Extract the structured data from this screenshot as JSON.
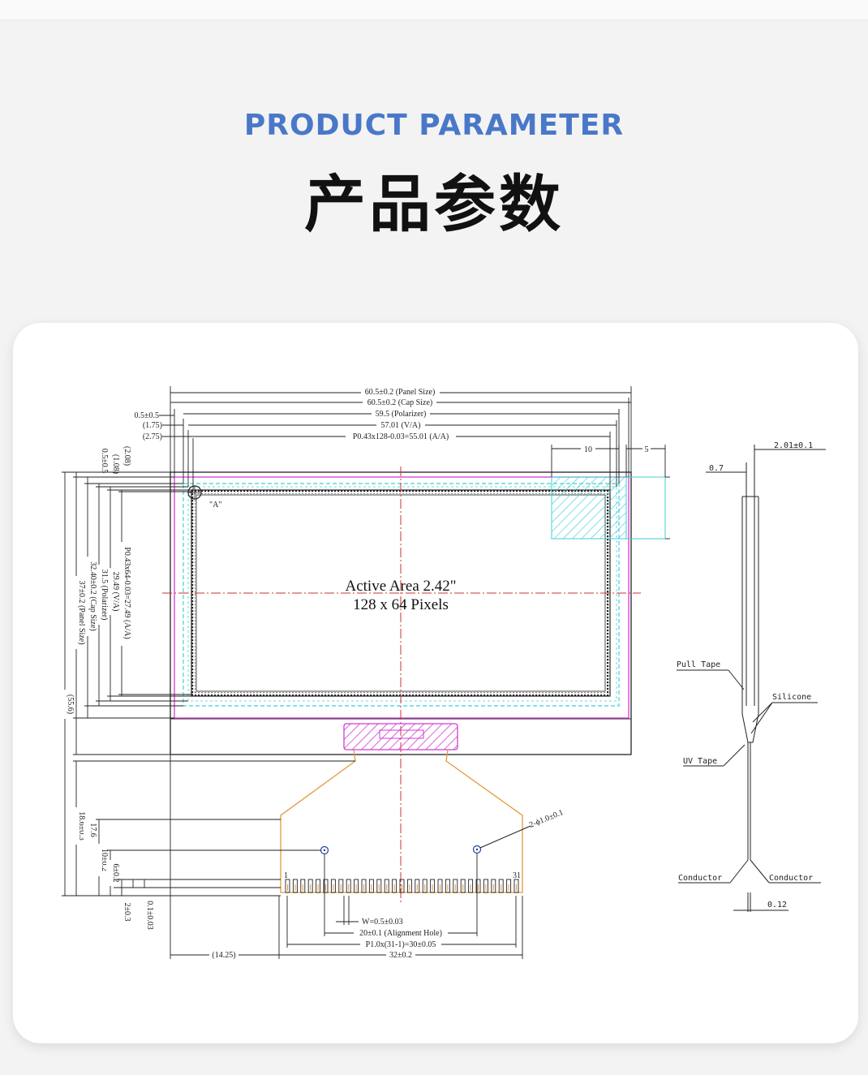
{
  "heading": {
    "english": "PRODUCT PARAMETER",
    "chinese": "产品参数"
  },
  "drawing": {
    "top_dims": {
      "panel_size": "60.5±0.2 (Panel Size)",
      "cap_size": "60.5±0.2 (Cap Size)",
      "polarizer": "59.5 (Polarizer)",
      "va": "57.01 (V/A)",
      "aa": "P0.43x128-0.03=55.01 (A/A)",
      "left_05": "0.5±0.5",
      "left_175": "(1.75)",
      "left_275": "(2.75)",
      "dim_10": "10",
      "dim_5": "5"
    },
    "left_dims": {
      "d_05": "0.5±0.5",
      "d_108": "(1.08)",
      "d_208": "(2.08)",
      "aa": "P0.43x64-0.03=27.49 (A/A)",
      "va": "29.49 (V/A)",
      "polarizer": "31.5 (Polarizer)",
      "cap_size": "32.40±0.2 (Cap Size)",
      "panel_size": "37±0.2 (Panel Size)",
      "total": "(55.6)",
      "fpc_18": "18.6±0.3",
      "fpc_17": "17.6",
      "fpc_10": "10±0.2",
      "fpc_6": "6±0.2",
      "fpc_2": "2±0.3",
      "fpc_01": "0.1±0.03"
    },
    "center": {
      "line1": "Active Area 2.42\"",
      "line2": "128 x 64 Pixels",
      "marker_a": "\"A\""
    },
    "bottom_dims": {
      "w": "W=0.5±0.03",
      "alignment": "20±0.1 (Alignment Hole)",
      "pitch": "P1.0x(31-1)=30±0.05",
      "width": "32±0.2",
      "offset": "(14.25)",
      "hole": "2-ϕ1.0±0.1",
      "pin_first": "1",
      "pin_last": "31"
    },
    "side_view": {
      "thickness": "2.01±0.1",
      "t07": "0.7",
      "pull_tape": "Pull Tape",
      "silicone": "Silicone",
      "uv_tape": "UV Tape",
      "conductor_left": "Conductor",
      "conductor_right": "Conductor",
      "t012": "0.12"
    }
  },
  "colors": {
    "heading_blue": "#4a78c8",
    "cap_magenta": "#d23bd2",
    "polarizer_cyan": "#3fd0d6",
    "center_red": "#d03030",
    "fpc_orange": "#e09a3c",
    "line_black": "#222222"
  }
}
